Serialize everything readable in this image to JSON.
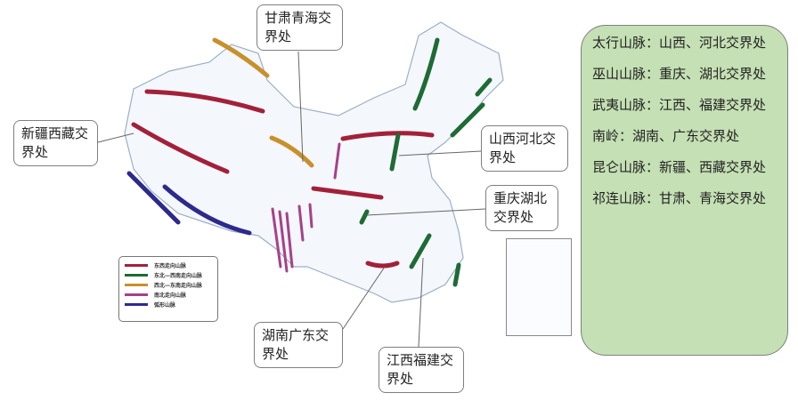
{
  "callouts": {
    "gansu_qinghai": "甘肃青海交界处",
    "xinjiang_xizang": "新疆西藏交界处",
    "shanxi_hebei": "山西河北交界处",
    "chongqing_hubei": "重庆湖北交界处",
    "hunan_guangdong": "湖南广东交界处",
    "jiangxi_fujian": "江西福建交界处"
  },
  "panel": {
    "items": [
      "太行山脉：山西、河北交界处",
      "巫山山脉：重庆、湖北交界处",
      "武夷山脉：江西、福建交界处",
      "南岭：湖南、广东交界处",
      "昆仑山脉：新疆、西藏交界处",
      "祁连山脉：甘肃、青海交界处"
    ]
  },
  "legend": [
    {
      "label": "东西走向山脉",
      "color": "#a3203a"
    },
    {
      "label": "东北—西南走向山脉",
      "color": "#1e6b35"
    },
    {
      "label": "西北—东南走向山脉",
      "color": "#c8902c"
    },
    {
      "label": "南北走向山脉",
      "color": "#a6418a"
    },
    {
      "label": "弧形山脉",
      "color": "#2d2a8c"
    }
  ],
  "colors": {
    "panel_bg": "#c5e0b4",
    "map_fill": "#f4f7fb",
    "border": "#7f7f7f"
  }
}
